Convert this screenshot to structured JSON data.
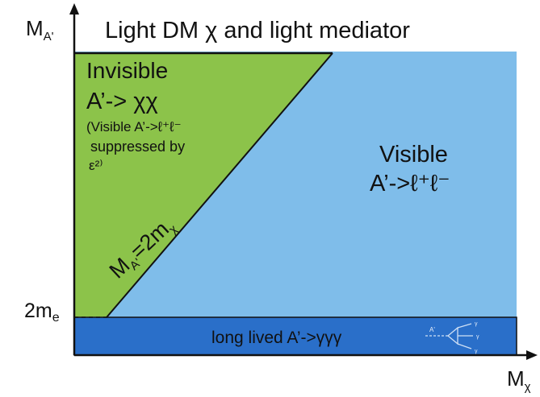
{
  "title": "Light DM χ and light mediator",
  "axes": {
    "y_label": "M",
    "y_label_sub": "A'",
    "x_label": "M",
    "x_label_sub": "χ",
    "y_tick_main": "2m",
    "y_tick_sub": "e"
  },
  "regions": {
    "invisible": {
      "title": "Invisible",
      "process": "A’-> χχ",
      "note_line1": "(Visible A’->ℓ⁺ℓ⁻",
      "note_line2": "suppressed by",
      "note_line3": "ε²⁾",
      "color": "#8cc34a"
    },
    "visible": {
      "title": "Visible",
      "process": "A’->ℓ⁺ℓ⁻",
      "color": "#7fbdea"
    },
    "long_lived": {
      "label": "long lived A’->γγγ",
      "color": "#2a6fc9",
      "icon": "feynman-diagram-icon",
      "icon_text": "A'",
      "icon_legs": [
        "γ",
        "γ",
        "γ"
      ]
    }
  },
  "boundary": {
    "main": "M",
    "sub1": "A'",
    "mid": "=2m",
    "sub2": "χ"
  }
}
